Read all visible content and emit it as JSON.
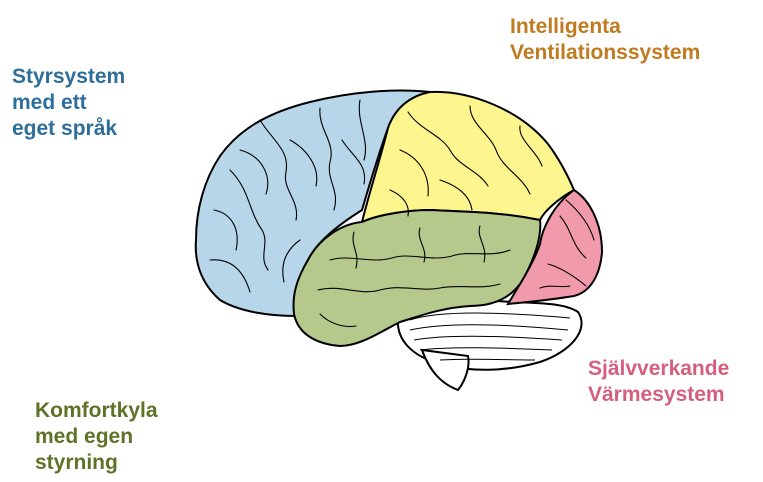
{
  "labels": {
    "blue": {
      "lines": [
        "Styrsystem",
        "med ett",
        "eget språk"
      ],
      "color": "#2e6e9a"
    },
    "orange": {
      "lines": [
        "Intelligenta",
        "Ventilationssystem"
      ],
      "color": "#c07a1f"
    },
    "pink": {
      "lines": [
        "Självverkande",
        "Värmesystem"
      ],
      "color": "#d4607e"
    },
    "green": {
      "lines": [
        "Komfortkyla",
        "med egen",
        "styrning"
      ],
      "color": "#5e7327"
    }
  },
  "regions": {
    "blue": "#b7d6ea",
    "yellow": "#fdf58e",
    "green": "#b6c98c",
    "pink": "#f19aab",
    "gray": "#ffffff"
  }
}
